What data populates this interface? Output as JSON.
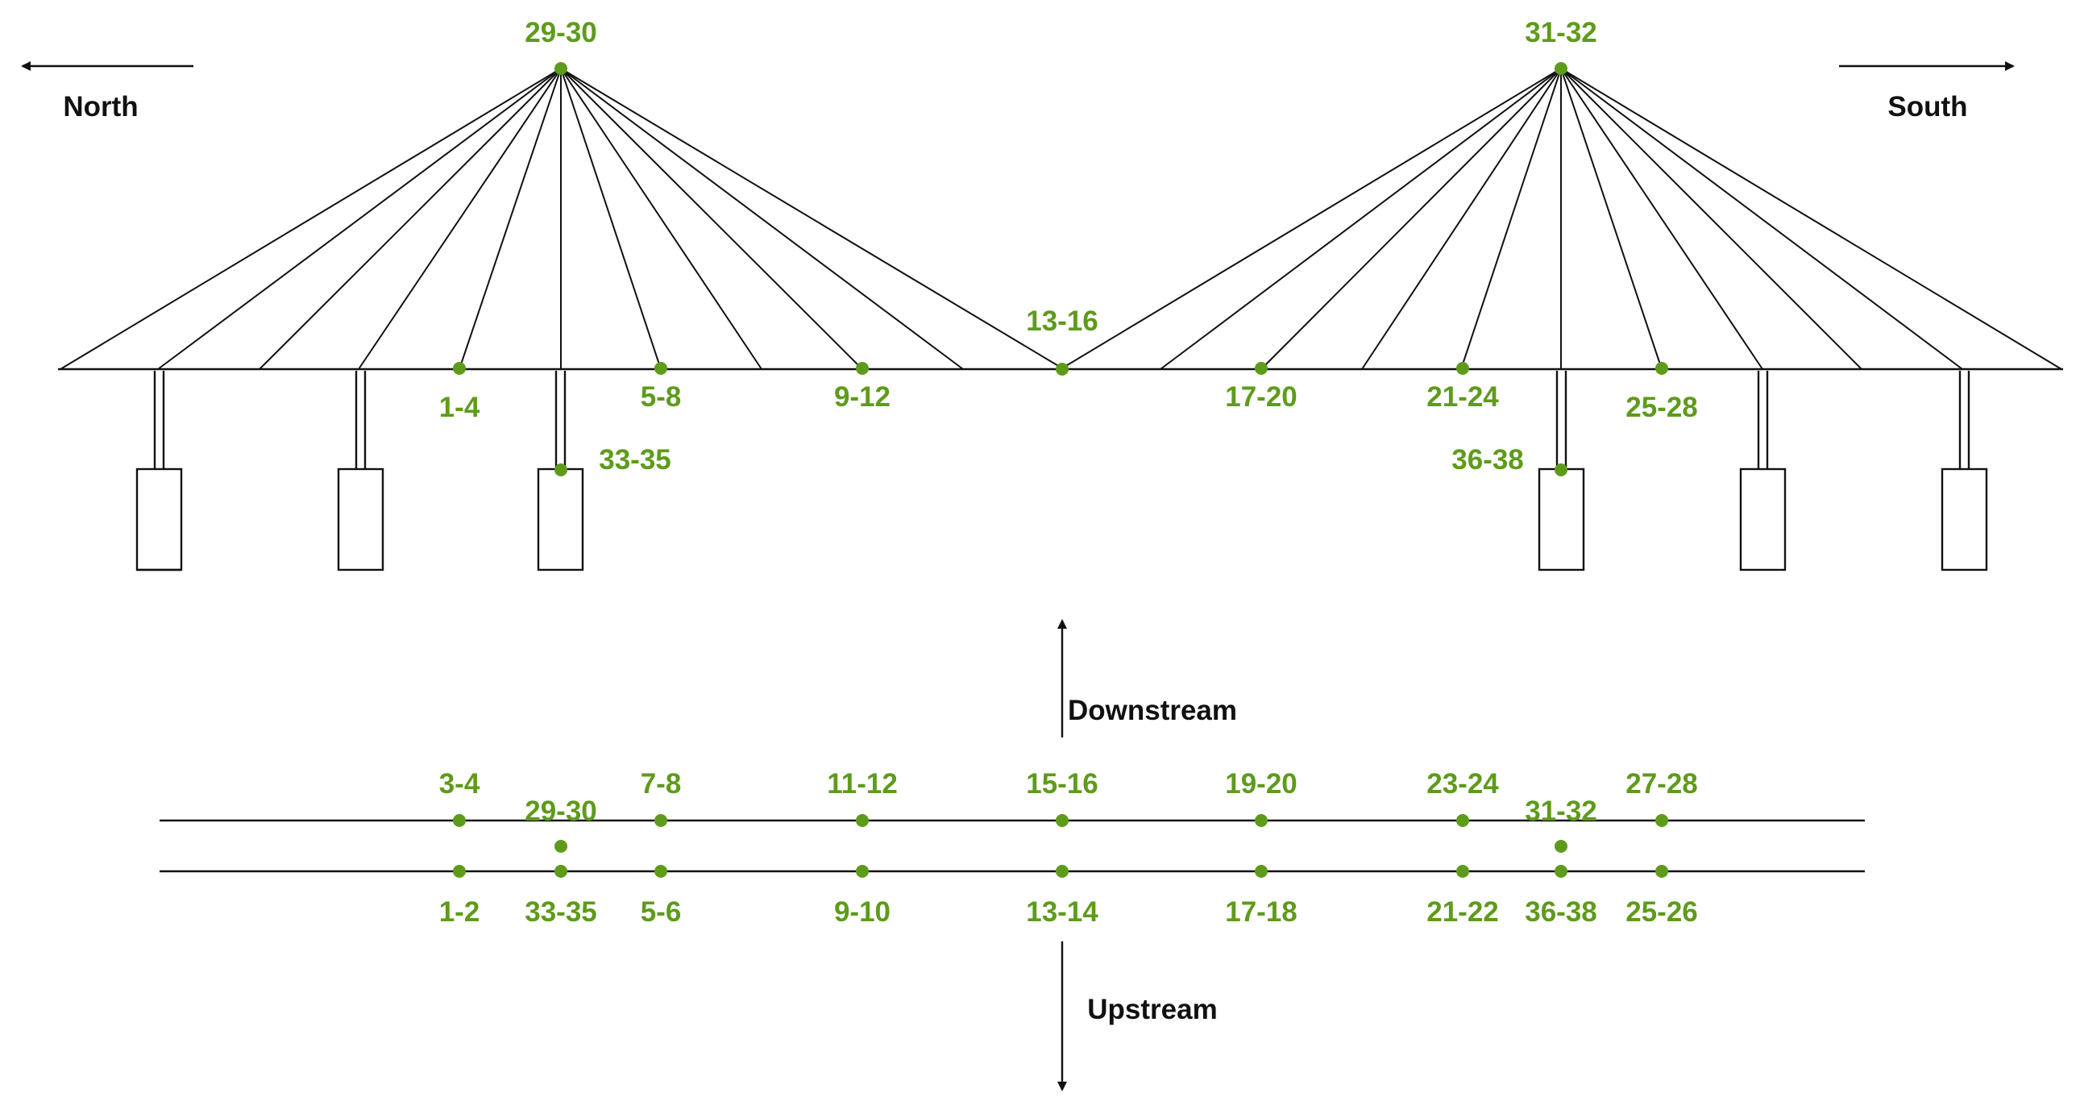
{
  "directions": {
    "north": "North",
    "south": "South",
    "downstream": "Downstream",
    "upstream": "Upstream"
  },
  "colors": {
    "sensor": "#5e9b1b",
    "structure": "#111111",
    "background": "#ffffff"
  },
  "elevation": {
    "tower_labels": [
      "29-30",
      "31-32"
    ],
    "deck_labels": [
      "1-4",
      "5-8",
      "9-12",
      "13-16",
      "17-20",
      "21-24",
      "25-28"
    ],
    "pier_labels": [
      "33-35",
      "36-38"
    ]
  },
  "plan": {
    "top_labels": [
      "3-4",
      "7-8",
      "11-12",
      "15-16",
      "19-20",
      "23-24",
      "27-28"
    ],
    "middle_labels": [
      "29-30",
      "31-32"
    ],
    "bottom_labels": [
      "1-2",
      "33-35",
      "5-6",
      "9-10",
      "13-14",
      "17-18",
      "21-22",
      "36-38",
      "25-26"
    ]
  }
}
